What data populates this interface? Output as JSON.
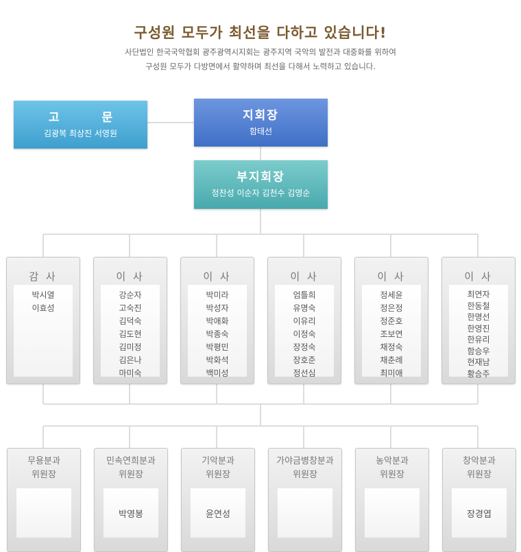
{
  "header": {
    "title": "구성원 모두가  최선을 다하고 있습니다!",
    "subtitle1": "사단법인 한국국악협회 광주광역시지회는 광주지역 국악의 발전과 대중화를 위하여",
    "subtitle2": "구성원 모두가 다방면에서 활약하며 최선을 다해서 노력하고 있습니다."
  },
  "advisor": {
    "title": "고 문",
    "names": "김광복  최상진  서영원"
  },
  "president": {
    "title": "지회장",
    "name": "함태선"
  },
  "vice": {
    "title": "부지회장",
    "names": "정찬성  이순자  김천수  김영순"
  },
  "board": [
    {
      "title": "감 사",
      "members": [
        "박시열",
        "이효성"
      ]
    },
    {
      "title": "이 사",
      "members": [
        "강순자",
        "고숙진",
        "김덕숙",
        "김도현",
        "김미정",
        "김은나",
        "마미숙"
      ]
    },
    {
      "title": "이 사",
      "members": [
        "박미라",
        "박성자",
        "박애화",
        "박종숙",
        "박평민",
        "박화석",
        "백미성"
      ]
    },
    {
      "title": "이 사",
      "members": [
        "엄틀희",
        "유명숙",
        "이유리",
        "이정숙",
        "장정숙",
        "장호준",
        "정선심"
      ]
    },
    {
      "title": "이 사",
      "members": [
        "정세윤",
        "정은정",
        "정준호",
        "조보연",
        "채정숙",
        "채춘례",
        "최미애"
      ]
    },
    {
      "title": "이 사",
      "members": [
        "최연자",
        "한동철",
        "한명선",
        "한영진",
        "한유리",
        "함승우",
        "현재남",
        "황승주"
      ]
    }
  ],
  "committees": [
    {
      "line1": "무용분과",
      "line2": "위원장",
      "chair": ""
    },
    {
      "line1": "민속연희분과",
      "line2": "위원장",
      "chair": "박영봉"
    },
    {
      "line1": "기악분과",
      "line2": "위원장",
      "chair": "윤연성"
    },
    {
      "line1": "가야금병창분과",
      "line2": "위원장",
      "chair": ""
    },
    {
      "line1": "농악분과",
      "line2": "위원장",
      "chair": ""
    },
    {
      "line1": "창악분과",
      "line2": "위원장",
      "chair": "장경엽"
    }
  ],
  "colors": {
    "title": "#7a5a2e",
    "advisor": "#4aa8d4",
    "president": "#4a78cc",
    "vice": "#55b1b5",
    "connector": "#dddddd"
  }
}
